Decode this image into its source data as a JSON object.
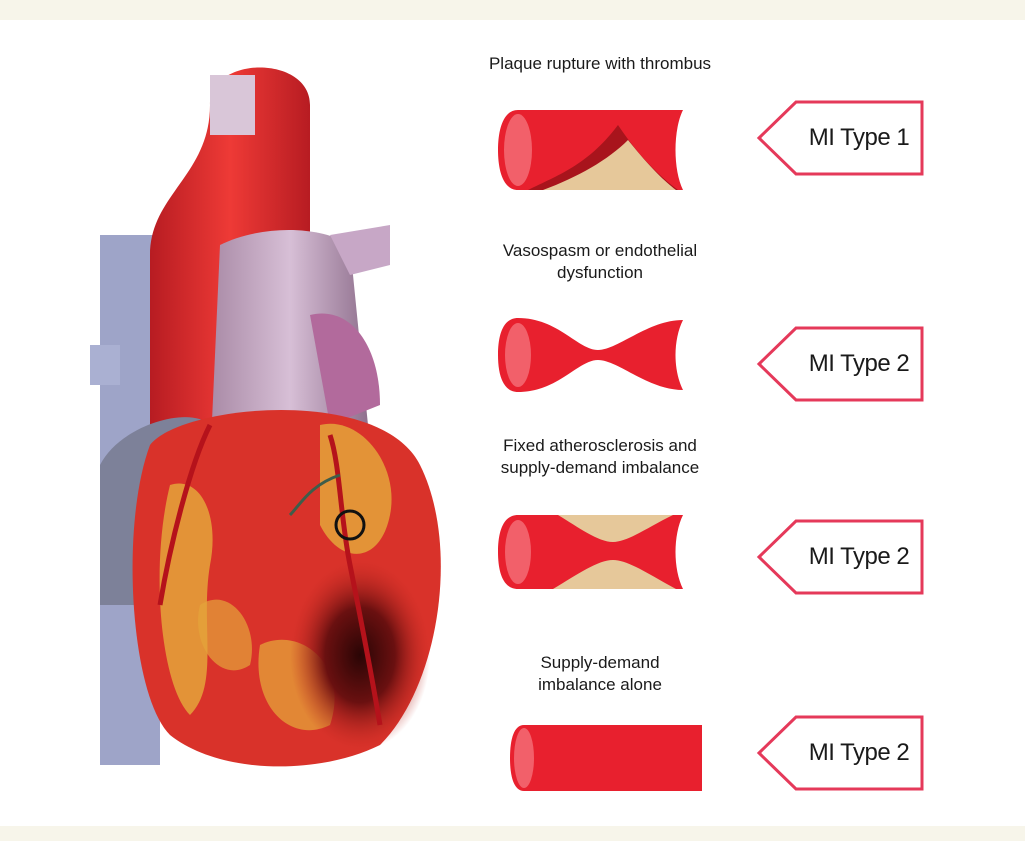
{
  "panels": [
    {
      "caption": "Plaque rupture with thrombus",
      "label": "MI Type 1",
      "vessel": "plaque-thrombus-vessel"
    },
    {
      "caption": "Vasospasm or endothelial\ndysfunction",
      "label": "MI Type 2",
      "vessel": "vasospasm-vessel"
    },
    {
      "caption": "Fixed atherosclerosis and\nsupply-demand imbalance",
      "label": "MI Type 2",
      "vessel": "atherosclerosis-vessel"
    },
    {
      "caption": "Supply-demand\nimbalance alone",
      "label": "MI Type 2",
      "vessel": "normal-vessel"
    }
  ],
  "colors": {
    "tag_border": "#e5395a",
    "vessel_red": "#e8202e",
    "plaque": "#e6c89a",
    "heart_muscle": "#d9322a",
    "fat": "#e4a43a",
    "infarct": "#3a0a0a"
  },
  "icons": [
    "heart-illustration",
    "occlusion-circle-icon"
  ]
}
